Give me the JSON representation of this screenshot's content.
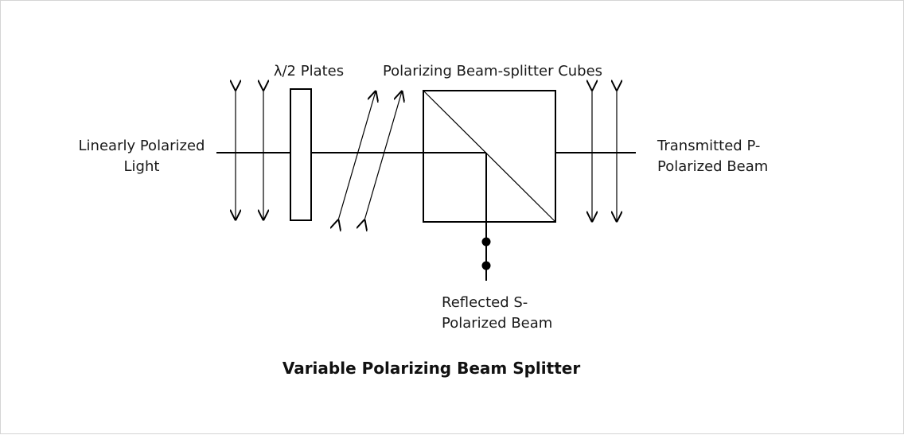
{
  "labels": {
    "input_line1": "Linearly Polarized",
    "input_line2": "Light",
    "half_wave_plates": "λ/2 Plates",
    "cubes": "Polarizing Beam-splitter Cubes",
    "transmitted_line1": "Transmitted P-",
    "transmitted_line2": "Polarized Beam",
    "reflected_line1": "Reflected S-",
    "reflected_line2": "Polarized Beam"
  },
  "caption": "Variable Polarizing Beam Splitter"
}
